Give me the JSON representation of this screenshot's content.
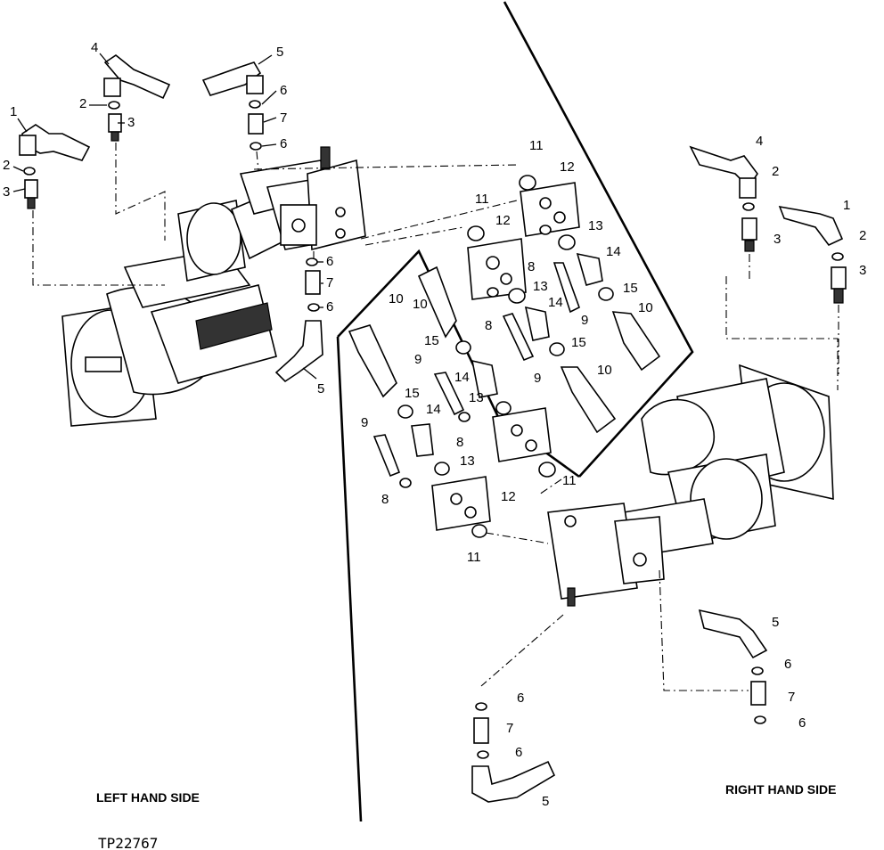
{
  "captions": {
    "left": "LEFT HAND SIDE",
    "right": "RIGHT HAND SIDE",
    "figure_code": "TP22767"
  },
  "callouts": [
    "1",
    "2",
    "3",
    "4",
    "5",
    "6",
    "7",
    "8",
    "9",
    "10",
    "11",
    "12",
    "13",
    "14",
    "15"
  ]
}
